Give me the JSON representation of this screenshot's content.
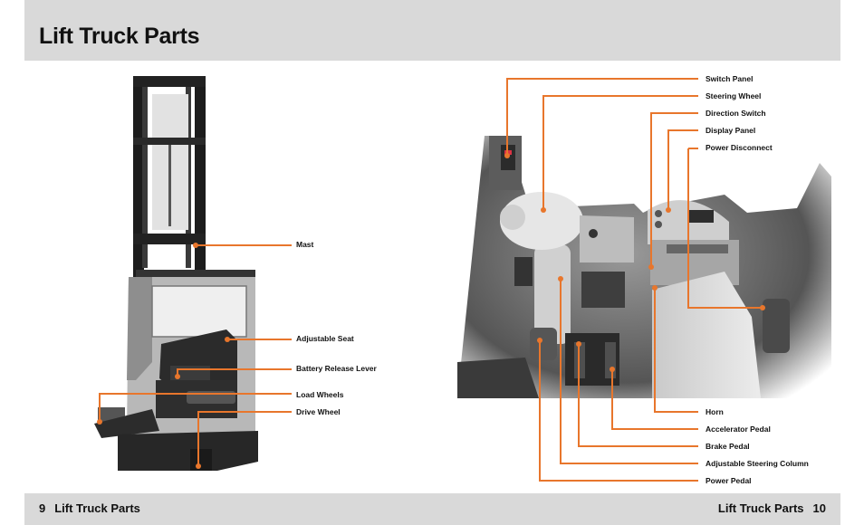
{
  "page": {
    "title": "Lift Truck Parts"
  },
  "footer": {
    "left_number": "9",
    "left_title": "Lift Truck Parts",
    "right_title": "Lift Truck Parts",
    "right_number": "10"
  },
  "left_figure": {
    "labels": {
      "mast": "Mast",
      "adjustable_seat": "Adjustable Seat",
      "battery_release_lever": "Battery Release Lever",
      "load_wheels": "Load Wheels",
      "drive_wheel": "Drive Wheel"
    }
  },
  "right_figure": {
    "labels": {
      "switch_panel": "Switch Panel",
      "steering_wheel": "Steering Wheel",
      "direction_switch": "Direction Switch",
      "display_panel": "Display Panel",
      "power_disconnect": "Power Disconnect",
      "horn": "Horn",
      "accelerator_pedal": "Accelerator Pedal",
      "brake_pedal": "Brake Pedal",
      "adjustable_steering_column": "Adjustable Steering Column",
      "power_pedal": "Power Pedal"
    }
  },
  "colors": {
    "callout": "#e8762c",
    "band": "#d9d9d9"
  }
}
